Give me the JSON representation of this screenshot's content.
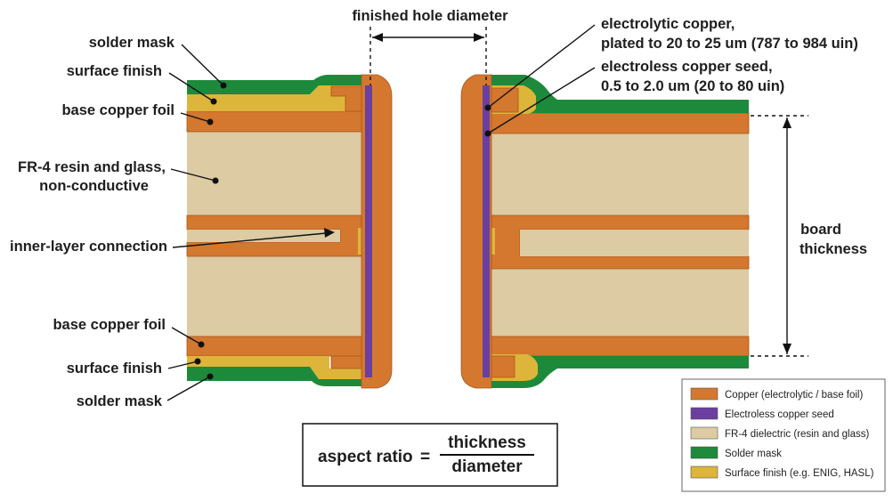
{
  "colors": {
    "copper": "#D3782E",
    "copper_edge": "#A9561C",
    "seed": "#6A3FA0",
    "fr4": "#DCCBA3",
    "solder_mask": "#1D8A3B",
    "surface_finish": "#DDB53A",
    "line": "#111111"
  },
  "labels": {
    "finished_hole_diameter": "finished hole diameter",
    "solder_mask_top": "solder mask",
    "surface_finish_top": "surface finish",
    "base_copper_foil_top": "base copper foil",
    "fr4_line1": "FR-4 resin and glass,",
    "fr4_line2": "non-conductive",
    "inner_layer": "inner-layer connection",
    "base_copper_foil_bottom": "base copper foil",
    "surface_finish_bottom": "surface finish",
    "solder_mask_bottom": "solder mask",
    "electrolytic_line1": "electrolytic copper,",
    "electrolytic_line2": "plated to 20 to 25 um (787 to 984 uin)",
    "electroless_line1": "electroless copper seed,",
    "electroless_line2": "0.5 to 2.0 um (20 to 80 uin)",
    "board_line1": "board",
    "board_line2": "thickness"
  },
  "aspect_ratio": {
    "lhs": "aspect ratio",
    "equals": "=",
    "numerator": "thickness",
    "denominator": "diameter"
  },
  "legend": [
    {
      "label": "Copper (electrolytic / base foil)",
      "color": "#D3782E"
    },
    {
      "label": "Electroless copper seed",
      "color": "#6A3FA0"
    },
    {
      "label": "FR-4 dielectric (resin and glass)",
      "color": "#DCCBA3"
    },
    {
      "label": "Solder mask",
      "color": "#1D8A3B"
    },
    {
      "label": "Surface finish (e.g. ENIG, HASL)",
      "color": "#DDB53A"
    }
  ]
}
